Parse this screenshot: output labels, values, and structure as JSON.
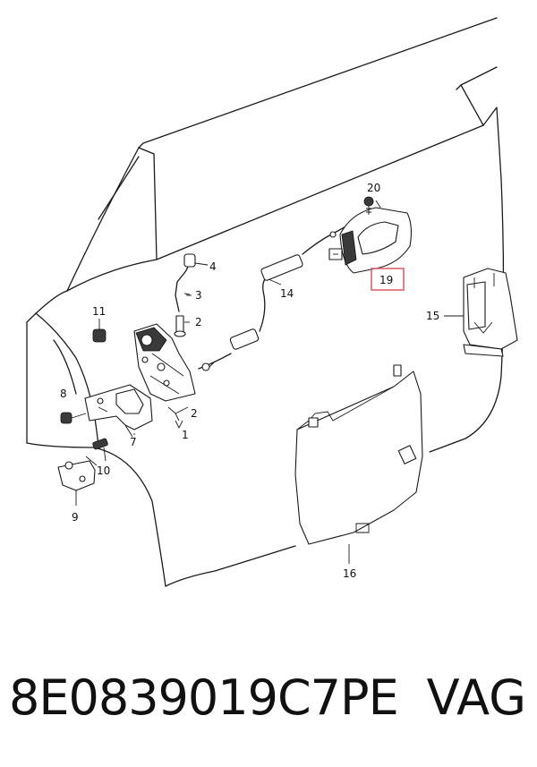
{
  "highlight_color": "#e0626e",
  "callouts": {
    "c1": "1",
    "c2a": "2",
    "c2b": "2",
    "c3": "3",
    "c4": "4",
    "c7": "7",
    "c8": "8",
    "c9": "9",
    "c10": "10",
    "c11": "11",
    "c14": "14",
    "c15": "15",
    "c16": "16",
    "c19": "19",
    "c20": "20"
  },
  "footer": {
    "part_number": "8E0839019C7PE",
    "brand": "VAG"
  }
}
